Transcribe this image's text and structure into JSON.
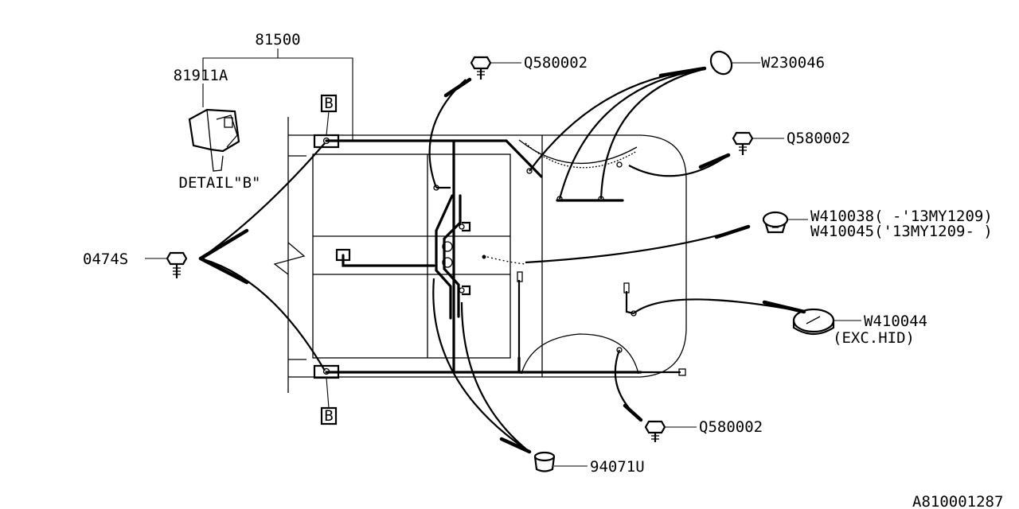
{
  "diagram_id": "A810001287",
  "parts": {
    "main_harness": "81500",
    "bracket": "81911A",
    "detail_label": "DETAIL\"B\"",
    "detail_marker": "B",
    "bolt": "0474S",
    "clip_top": "Q580002",
    "clip_right": "Q580002",
    "clip_bottom": "Q580002",
    "plug_oval": "W230046",
    "grommet_1": "W410038( -'13MY1209)",
    "grommet_2": "W410045('13MY1209- )",
    "cap": "W410044",
    "cap_note": "(EXC.HID)",
    "connector_holder": "94071U"
  }
}
